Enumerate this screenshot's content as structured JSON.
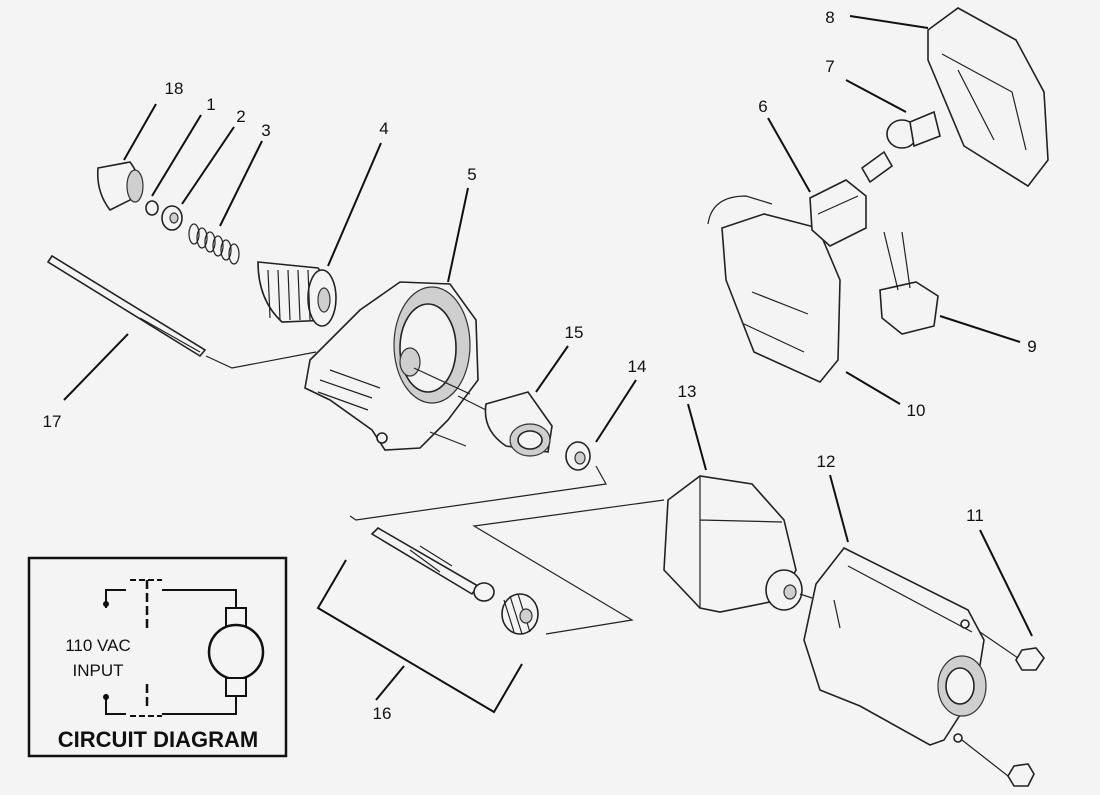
{
  "callouts": [
    "1",
    "2",
    "3",
    "4",
    "5",
    "6",
    "7",
    "8",
    "9",
    "10",
    "11",
    "12",
    "13",
    "14",
    "15",
    "16",
    "17",
    "18"
  ],
  "circuit_diagram": {
    "input_line1": "110 VAC",
    "input_line2": "INPUT",
    "title": "CIRCUIT DIAGRAM"
  }
}
